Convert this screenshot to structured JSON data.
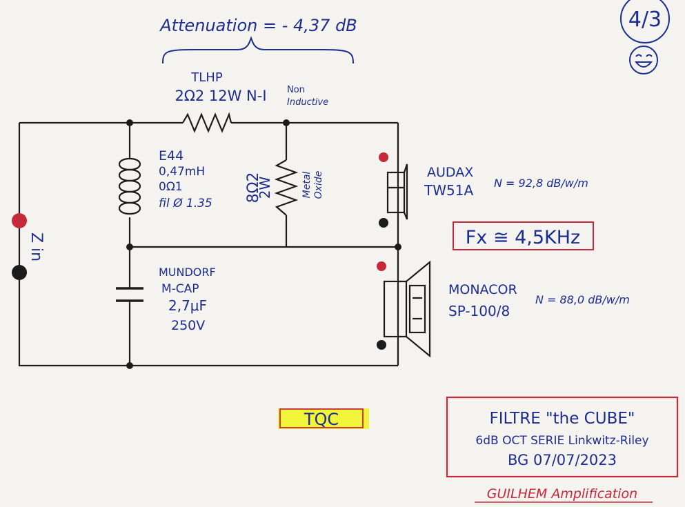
{
  "attenuation": "Attenuation = - 4,37 dB",
  "page_mark": "4/3",
  "resistor_series": {
    "name": "TLHP",
    "spec": "2Ω2 12W N-I",
    "note_1": "Non",
    "note_2": "Inductive"
  },
  "inductor": {
    "name": "E44",
    "value": "0,47mH",
    "resistance": "0Ω1",
    "wire": "fil Ø 1.35"
  },
  "resistor_shunt": {
    "value": "8Ω2",
    "power": "2W",
    "type_1": "Metal",
    "type_2": "Oxide"
  },
  "capacitor": {
    "brand": "MUNDORF",
    "model": "M-CAP",
    "value": "2,7μF",
    "voltage": "250V"
  },
  "input_label": "Z in",
  "tweeter": {
    "brand": "AUDAX",
    "model": "TW51A",
    "sensitivity": "N = 92,8 dB/w/m"
  },
  "woofer": {
    "brand": "MONACOR",
    "model": "SP-100/8",
    "sensitivity": "N = 88,0 dB/w/m"
  },
  "crossover_frequency": "Fx ≅ 4,5KHz",
  "tqc_label": "TQC",
  "title_box": {
    "line_1": "FILTRE \"the CUBE\"",
    "line_2": "6dB OCT SERIE Linkwitz-Riley",
    "line_3": "BG 07/07/2023"
  },
  "signature": "GUILHEM Amplification",
  "colors": {
    "ink_blue": "#1d2d8f",
    "ink_red": "#c7283a",
    "highlight": "#f2f43a",
    "paper": "#f4f3ef"
  }
}
